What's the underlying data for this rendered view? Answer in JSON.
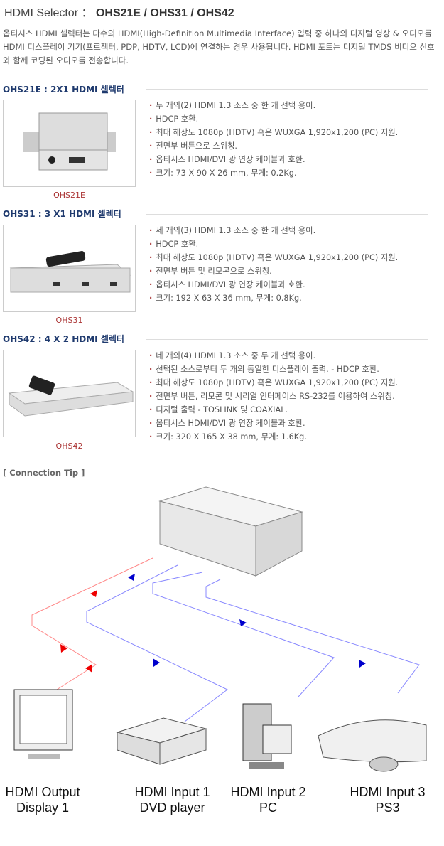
{
  "title": {
    "prefix": "HDMI Selector ：",
    "models": "OHS21E / OHS31 / OHS42"
  },
  "intro": "옵티시스 HDMI 셀렉터는 다수의 HDMI(High-Definition Multimedia Interface) 입력 중 하나의 디지털 영상 & 오디오를 HDMI 디스플레이 기기(프로젝터, PDP, HDTV, LCD)에 연결하는 경우 사용됩니다. HDMI 포트는 디지털 TMDS 비디오 신호와 함께 코딩된 오디오를 전송합니다.",
  "products": [
    {
      "header": "OHS21E : 2X1 HDMI 셀렉터",
      "caption": "OHS21E",
      "features": [
        "두 개의(2) HDMI 1.3 소스 중 한 개 선택 용이.",
        "HDCP 호환.",
        "최대 해상도 1080p (HDTV) 혹은 WUXGA 1,920x1,200 (PC) 지원.",
        "전면부 버튼으로 스위칭.",
        "옵티시스 HDMI/DVI 광 연장 케이블과 호환.",
        "크기: 73 X 90 X 26 mm, 무게: 0.2Kg."
      ]
    },
    {
      "header": "OHS31 : 3 X1 HDMI 셀렉터",
      "caption": "OHS31",
      "features": [
        "세 개의(3) HDMI 1.3 소스 중 한 개 선택 용이.",
        "HDCP 호환.",
        "최대 해상도 1080p (HDTV) 혹은 WUXGA 1,920x1,200 (PC) 지원.",
        "전면부 버튼 및 리모콘으로 스위칭.",
        "옵티시스 HDMI/DVI 광 연장 케이블과 호환.",
        "크기: 192 X 63 X 36 mm, 무게: 0.8Kg."
      ]
    },
    {
      "header": "OHS42 : 4 X 2 HDMI 셀렉터",
      "caption": "OHS42",
      "features": [
        "네 개의(4) HDMI 1.3 소스 중 두 개 선택 용이.",
        "선택된 소스로부터 두 개의 동일한 디스플레이 출력. - HDCP 호환.",
        "최대 해상도 1080p (HDTV) 혹은 WUXGA 1,920x1,200 (PC) 지원.",
        "전면부 버튼, 리모콘 및 시리얼 인터페이스 RS-232를 이용하여 스위칭.",
        "디지털 출력 - TOSLINK 및 COAXIAL.",
        "옵티시스 HDMI/DVI 광 연장 케이블과 호환.",
        "크기: 320 X 165 X 38 mm, 무게: 1.6Kg."
      ]
    }
  ],
  "tip": "[ Connection Tip ]",
  "diagram": [
    {
      "l1": "HDMI Output",
      "l2": "Display 1"
    },
    {
      "l1": "HDMI Input 1",
      "l2": "DVD player"
    },
    {
      "l1": "HDMI Input 2",
      "l2": "PC"
    },
    {
      "l1": "HDMI Input 3",
      "l2": "PS3"
    }
  ]
}
